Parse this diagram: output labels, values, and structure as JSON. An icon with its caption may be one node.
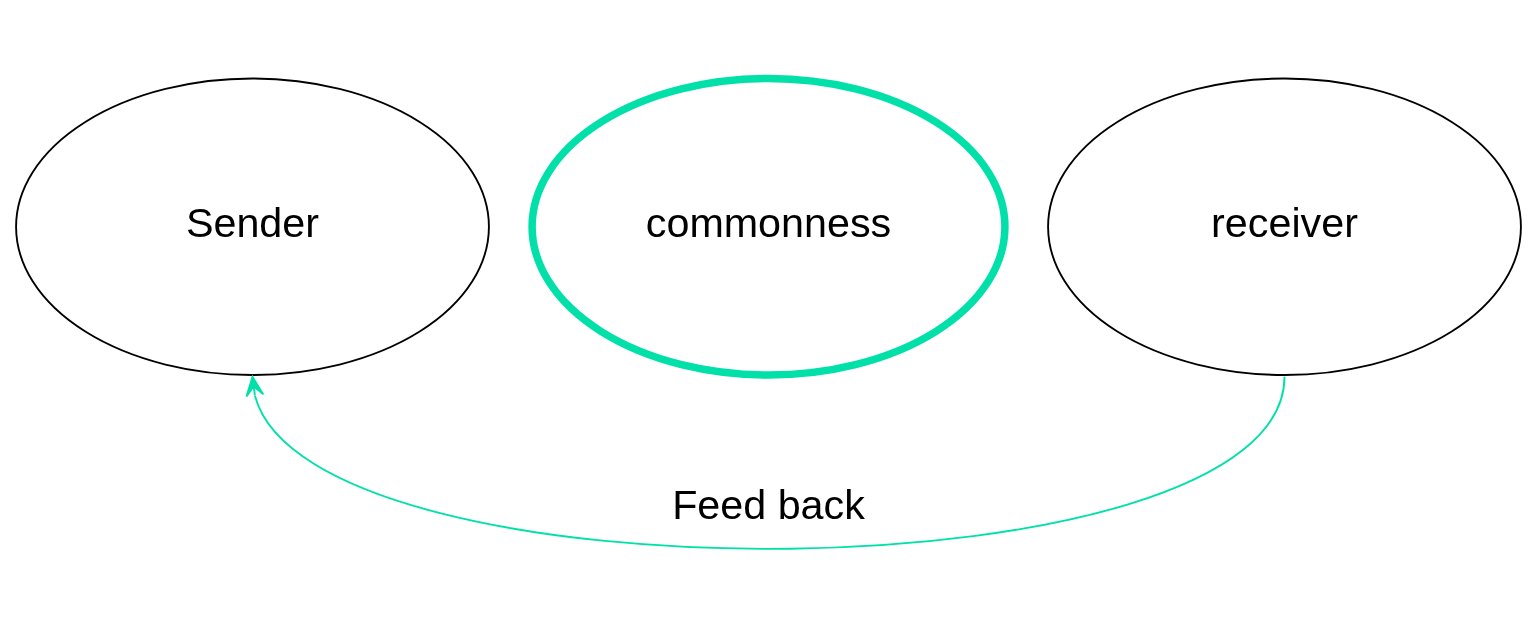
{
  "diagram": {
    "nodes": [
      {
        "text": [
          "Sender"
        ]
      },
      {
        "text": [
          "commonness"
        ]
      },
      {
        "text": [
          "receiver"
        ]
      }
    ],
    "edges": [
      {
        "from": 2,
        "to": 0,
        "arrow": "to",
        "label": "Feed back",
        "color": "#00e0a8"
      }
    ]
  }
}
